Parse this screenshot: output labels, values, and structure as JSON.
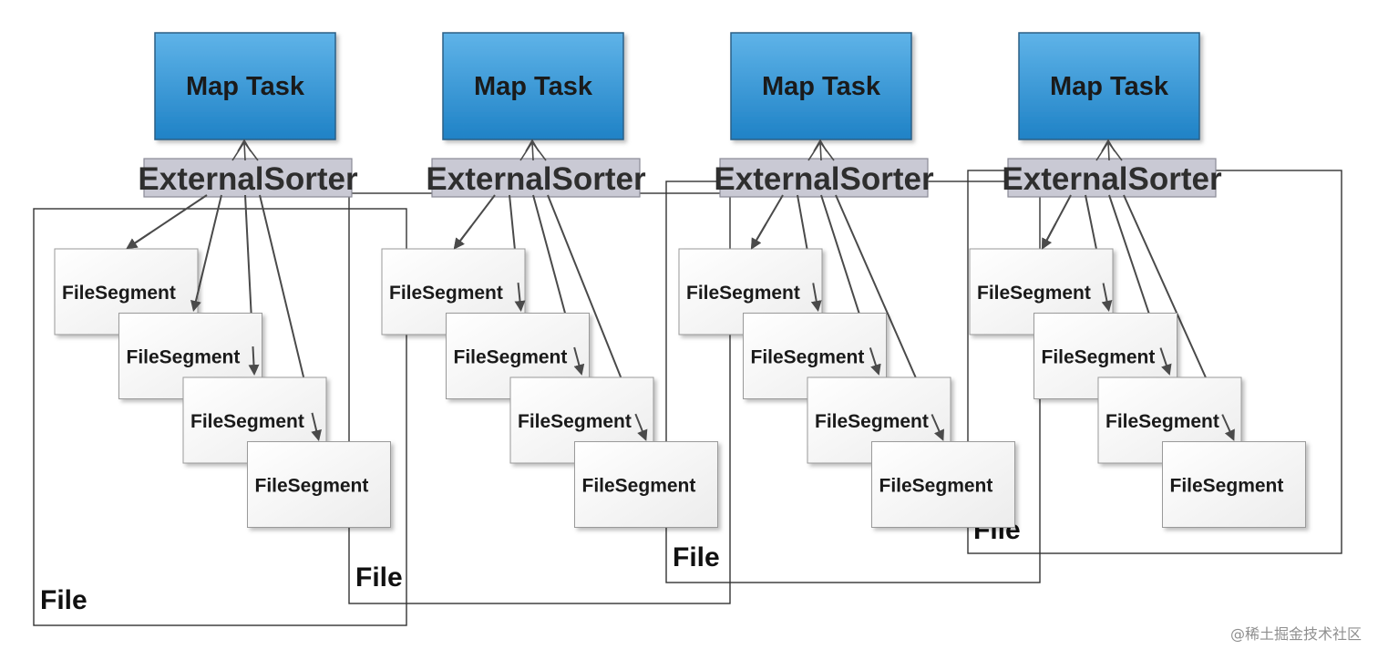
{
  "diagram": {
    "map_task_label": "Map Task",
    "sorter_label": "ExternalSorter",
    "segment_label": "FileSegment",
    "file_label": "File",
    "colors": {
      "map_task_fill_top": "#5fb3e8",
      "map_task_fill_bottom": "#1f82c6",
      "map_task_border": "#2b5f86",
      "sorter_fill": "#c9c9d4",
      "segment_fill": "#fbfbfb",
      "arrow": "#4a4a4a",
      "file_border": "#333333"
    },
    "columns": [
      {
        "map_task": "Map Task",
        "sorter": "ExternalSorter",
        "segments": [
          "FileSegment",
          "FileSegment",
          "FileSegment",
          "FileSegment"
        ],
        "file": "File"
      },
      {
        "map_task": "Map Task",
        "sorter": "ExternalSorter",
        "segments": [
          "FileSegment",
          "FileSegment",
          "FileSegment",
          "FileSegment"
        ],
        "file": "File"
      },
      {
        "map_task": "Map Task",
        "sorter": "ExternalSorter",
        "segments": [
          "FileSegment",
          "FileSegment",
          "FileSegment",
          "FileSegment"
        ],
        "file": "File"
      },
      {
        "map_task": "Map Task",
        "sorter": "ExternalSorter",
        "segments": [
          "FileSegment",
          "FileSegment",
          "FileSegment",
          "FileSegment"
        ],
        "file": "File"
      }
    ]
  },
  "watermark": "@稀土掘金技术社区"
}
